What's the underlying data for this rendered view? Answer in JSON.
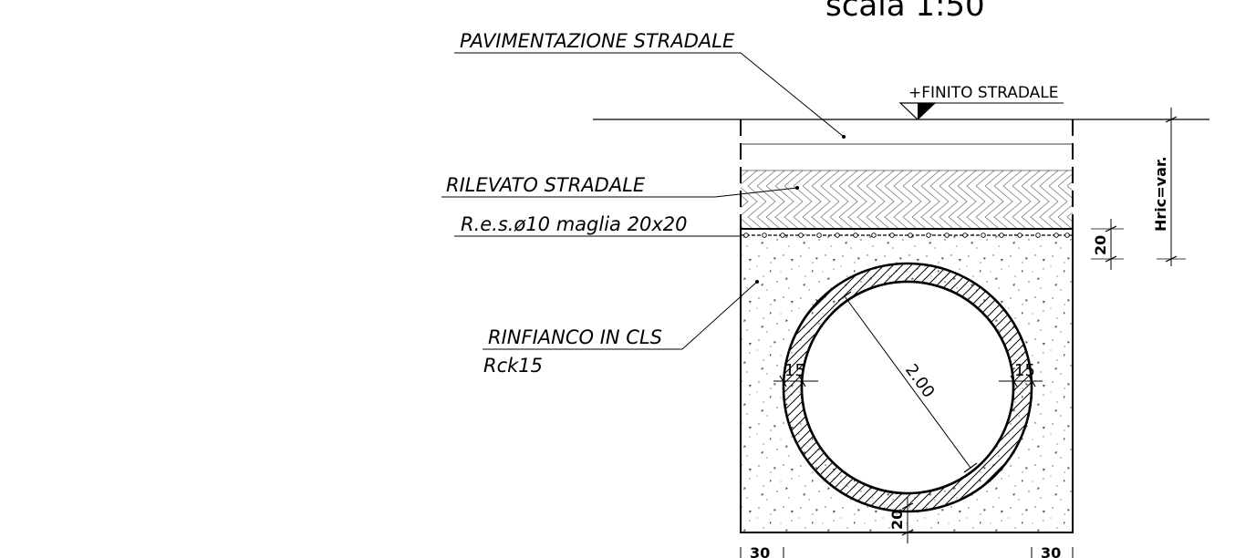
{
  "title": "scala 1:50",
  "labels": {
    "pavimentazione": "PAVIMENTAZIONE STRADALE",
    "finito": "+FINITO STRADALE",
    "rilevato": "RILEVATO STRADALE",
    "res": "R.e.s.ø10 maglia 20x20",
    "rinfianco_1": "RINFIANCO IN CLS",
    "rinfianco_2": "Rck15"
  },
  "dimensions": {
    "diameter": "2.00",
    "wall_left": "15",
    "wall_right": "15",
    "top_cover": "20",
    "bottom_cover": "20",
    "side_left": "30",
    "side_right": "30",
    "height": "Hric=var."
  }
}
